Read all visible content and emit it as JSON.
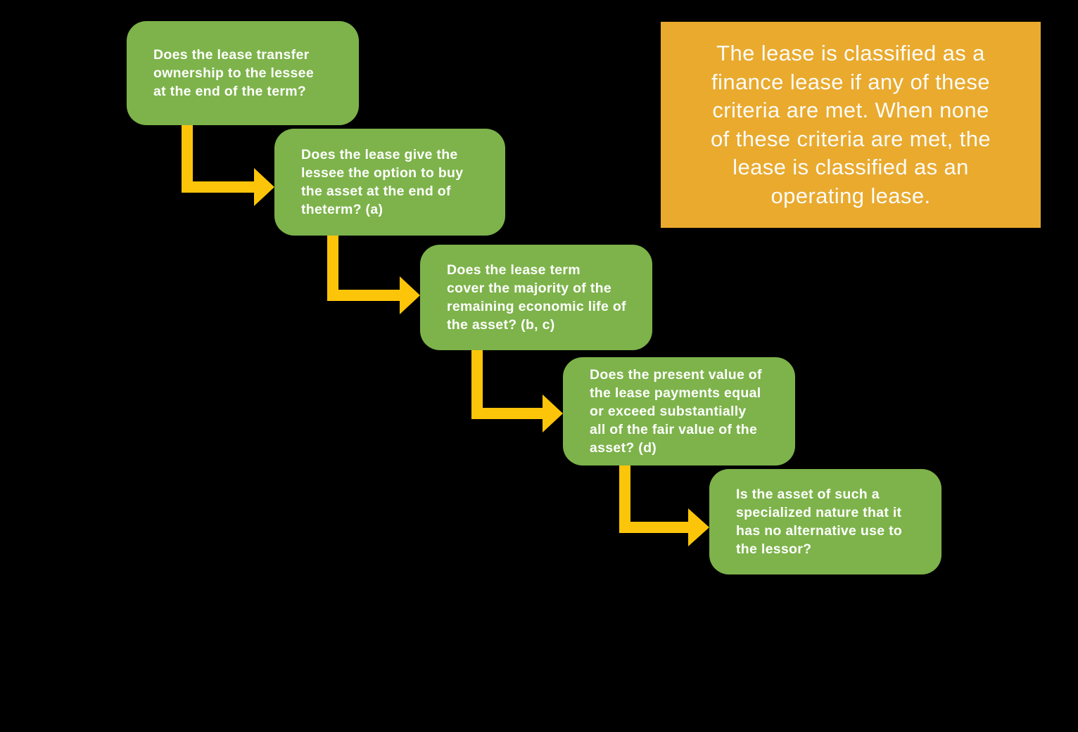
{
  "colors": {
    "background": "#000000",
    "question_box_green": "#7DB34A",
    "arrow_yellow": "#FDC509",
    "note_box_orange": "#E9AA2E",
    "text_white": "#FFFFFF"
  },
  "flowchart": {
    "questions": [
      {
        "lines": [
          "Does the lease transfer",
          "ownership to the lessee",
          "at the end of the term?"
        ]
      },
      {
        "lines": [
          "Does the lease give the",
          "lessee the option to buy",
          "the asset at the end of",
          "theterm? (a)"
        ]
      },
      {
        "lines": [
          "Does the lease term",
          "cover the majority of the",
          "remaining economic life of",
          "the asset? (b, c)"
        ]
      },
      {
        "lines": [
          "Does the present value of",
          "the lease payments equal",
          "or exceed substantially",
          "all of the fair value of the",
          "asset? (d)"
        ]
      },
      {
        "lines": [
          "Is the asset of such a",
          "specialized nature that it",
          "has no alternative use to",
          "the lessor?"
        ]
      }
    ]
  },
  "note": {
    "lines": [
      "The lease is classified as a",
      "finance lease if any of these",
      "criteria are met. When none",
      "of these criteria are met, the",
      "lease is classified as an",
      "operating lease."
    ]
  }
}
